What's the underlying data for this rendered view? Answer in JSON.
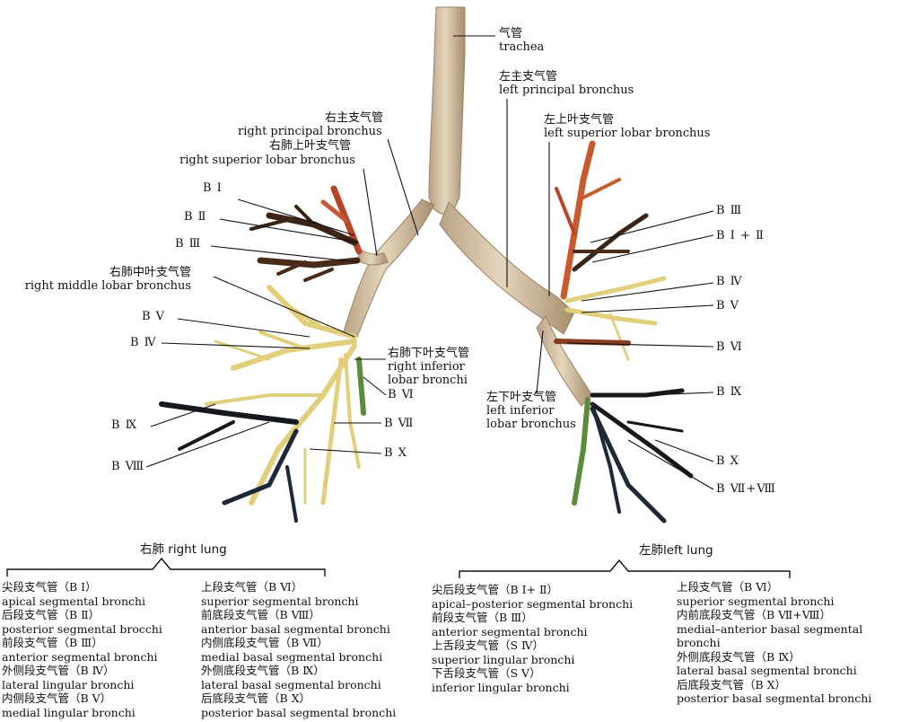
{
  "anatomy": {
    "trachea": {
      "cn": "气管",
      "en": "trachea"
    },
    "left_principal": {
      "cn": "左主支气管",
      "en": "left principal bronchus"
    },
    "right_principal": {
      "cn": "右主支气管",
      "en": "right principal bronchus"
    },
    "right_superior": {
      "cn": "右肺上叶支气管",
      "en": "right superior lobar bronchus"
    },
    "left_superior": {
      "cn": "左上叶支气管",
      "en": "left superior lobar bronchus"
    },
    "right_middle": {
      "cn": "右肺中叶支气管",
      "en": "right middle lobar bronchus"
    },
    "right_inferior": {
      "cn": "右肺下叶支气管",
      "en1": "right inferior",
      "en2": "lobar bronchi"
    },
    "left_inferior": {
      "cn": "左下叶支气管",
      "en1": "left inferior",
      "en2": "lobar bronchus"
    }
  },
  "segments_right": [
    "B Ⅰ",
    "B Ⅱ",
    "B Ⅲ",
    "B Ⅴ",
    "B Ⅳ",
    "B Ⅵ",
    "B Ⅸ",
    "B Ⅶ",
    "B Ⅹ",
    "B Ⅷ"
  ],
  "segments_left": [
    "B Ⅲ",
    "B Ⅰ + Ⅱ",
    "B Ⅳ",
    "B Ⅴ",
    "B Ⅵ",
    "B Ⅸ",
    "B Ⅹ",
    "B Ⅶ+Ⅷ"
  ],
  "right_lung_title": "右肺 right lung",
  "left_lung_title": "左肺left lung",
  "legend_right_col1": [
    "尖段支气管（B Ⅰ）",
    "apical segmental bronchi",
    "后段支气管（B Ⅱ）",
    "posterior segmental brocchi",
    "前段支气管（B Ⅲ）",
    "anterior segmental bronchi",
    "外侧段支气管（B Ⅳ）",
    "lateral lingular bronchi",
    "内侧段支气管（B Ⅴ）",
    "medial lingular bronchi"
  ],
  "legend_right_col2": [
    "上段支气管（B Ⅵ）",
    "superior segmental bronchi",
    "前底段支气管（B Ⅷ）",
    "anterior basal segmental bronchi",
    "内侧底段支气管（B Ⅶ）",
    "medial basal segmental bronchi",
    "外侧底段支气管（B Ⅸ）",
    "lateral basal segmental bronchi",
    "后底段支气管（B Ⅹ）",
    "posterior basal segmental bronchi"
  ],
  "legend_left_col1": [
    "尖后段支气管（B Ⅰ+ Ⅱ）",
    "apical–posterior segmental bronchi",
    "前段支气管（B Ⅲ）",
    "anterior segmental bronchi",
    "上舌段支气管（S Ⅳ）",
    "superior lingular bronchi",
    "下舌段支气管（S Ⅴ）",
    "inferior lingular bronchi"
  ],
  "legend_left_col2": [
    "上段支气管（B Ⅵ）",
    "superior segmental bronchi",
    "内前底段支气管（B Ⅶ+Ⅷ）",
    "medial–anterior basal segmental",
    "bronchi",
    "外侧底段支气管（B Ⅸ）",
    "lateral basal segmental bronchi",
    "后底段支气管（B Ⅹ）",
    "posterior basal segmental bronchi"
  ],
  "colors": {
    "trachea": "#cdb99a",
    "apical": "#b8442a",
    "posterior": "#3a2416",
    "anterior": "#4a2a18",
    "yellow": "#e2cf7c",
    "green": "#5c8b3c",
    "dark_blue": "#1e2836",
    "black": "#15181c",
    "orange": "#c85a2e"
  }
}
